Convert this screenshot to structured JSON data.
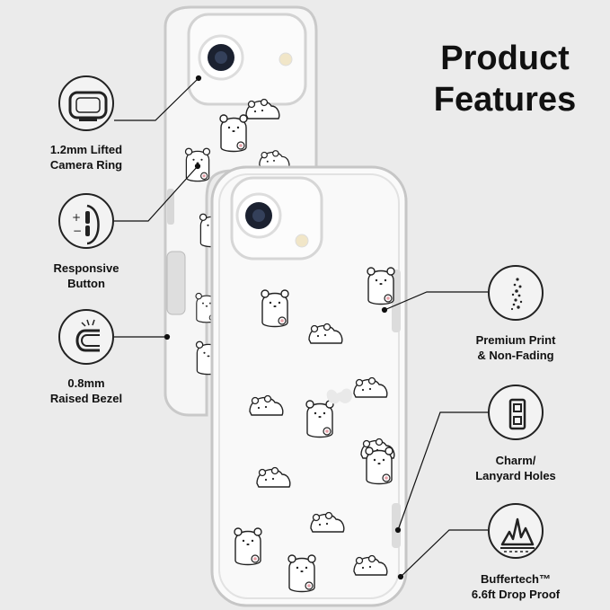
{
  "title": "Product\nFeatures",
  "features": [
    {
      "label": "1.2mm Lifted\nCamera Ring",
      "icon": "camera-ring-icon"
    },
    {
      "label": "Responsive\nButton",
      "icon": "button-icon"
    },
    {
      "label": "0.8mm\nRaised Bezel",
      "icon": "bezel-icon"
    },
    {
      "label": "Premium Print\n& Non-Fading",
      "icon": "print-dots-icon"
    },
    {
      "label": "Charm/\nLanyard Holes",
      "icon": "lanyard-hole-icon"
    },
    {
      "label": "Buffertech™\n6.6ft Drop Proof",
      "icon": "drop-proof-icon"
    }
  ],
  "colors": {
    "background": "#ebebeb",
    "text": "#111111",
    "case_edge": "#cfcfcf",
    "bear_blush": "#e8a0a8"
  }
}
